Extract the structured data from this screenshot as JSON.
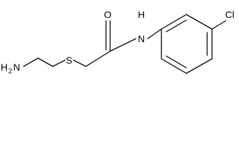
{
  "molecule": {
    "atoms": {
      "amine_h": "H",
      "amine_h_count": "2",
      "amine_n": "N",
      "sulfur": "S",
      "carbonyl_o": "O",
      "amide_n": "N",
      "amide_h": "H",
      "chlorine": "Cl"
    },
    "colors": {
      "bond": "#000000",
      "label": "#000000",
      "background": "#ffffff"
    }
  }
}
